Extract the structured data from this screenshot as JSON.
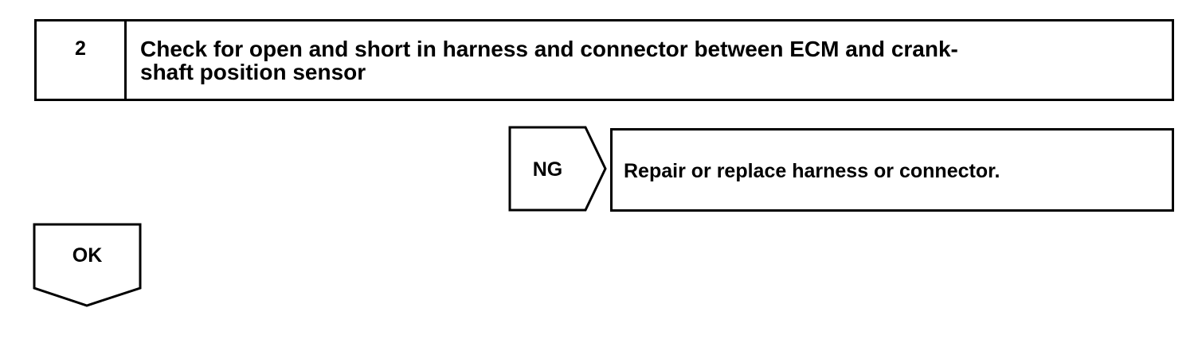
{
  "step": {
    "number": "2",
    "title": "Check for open and short in harness and connector between ECM and crank-\nshaft position sensor"
  },
  "ng_branch": {
    "label": "NG",
    "result": "Repair or replace harness or connector."
  },
  "ok_branch": {
    "label": "OK"
  }
}
